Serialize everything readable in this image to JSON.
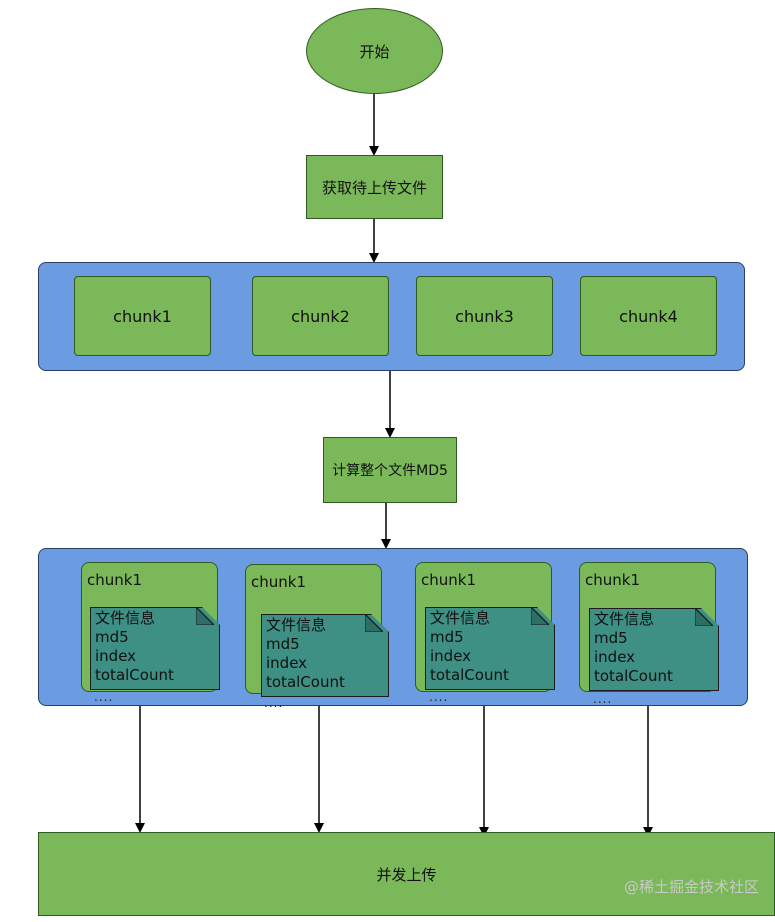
{
  "start": "开始",
  "get_file": "获取待上传文件",
  "split_chunks": [
    "chunk1",
    "chunk2",
    "chunk3",
    "chunk4"
  ],
  "compute_md5": "计算整个文件MD5",
  "cards": [
    {
      "title": "chunk1",
      "lines": [
        "文件信息",
        "md5",
        "index",
        "totalCount"
      ],
      "more": "...."
    },
    {
      "title": "chunk1",
      "lines": [
        "文件信息",
        "md5",
        "index",
        "totalCount"
      ],
      "more": "...."
    },
    {
      "title": "chunk1",
      "lines": [
        "文件信息",
        "md5",
        "index",
        "totalCount"
      ],
      "more": "...."
    },
    {
      "title": "chunk1",
      "lines": [
        "文件信息",
        "md5",
        "index",
        "totalCount"
      ],
      "more": "...."
    }
  ],
  "concurrent_upload": "并发上传",
  "watermark": "@稀土掘金技术社区",
  "colors": {
    "node_green": "#7ab85a",
    "panel_blue": "#6b9be0",
    "note_teal": "#3e8f84"
  }
}
